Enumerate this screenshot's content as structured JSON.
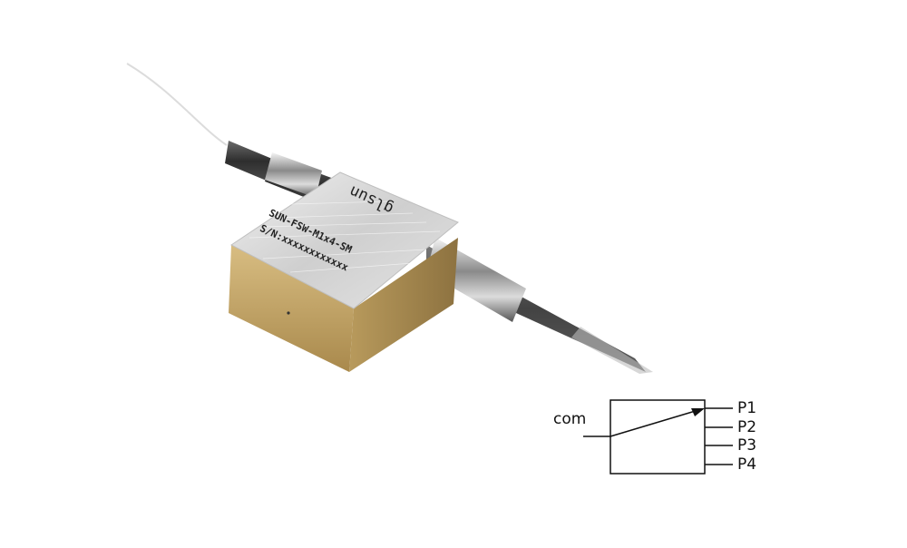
{
  "product": {
    "logo": "glsun",
    "model": "SUN-FSW-M1x4-SM",
    "serial": "S/N:xxxxxxxxxxxx",
    "colors": {
      "background": "#ffffff",
      "housing_gold": "#c9a96a",
      "lid_silver": "#d9d9d9",
      "cable_dark": "#3a3a3a",
      "fiber_white": "#e8e8e8"
    }
  },
  "diagram": {
    "input_label": "com",
    "outputs": [
      "P1",
      "P2",
      "P3",
      "P4"
    ]
  }
}
